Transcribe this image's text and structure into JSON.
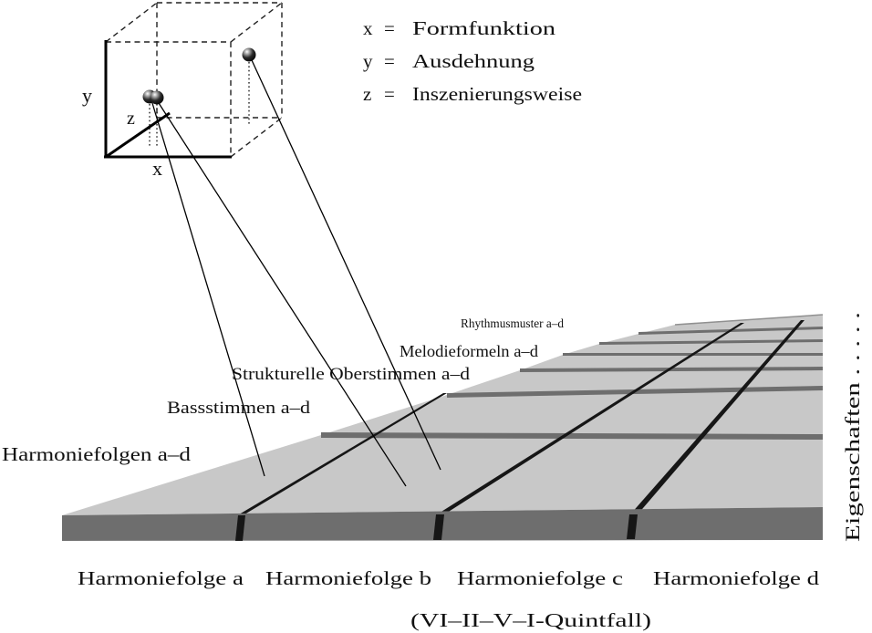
{
  "legend": {
    "rows": [
      {
        "axis": "x",
        "eq": "=",
        "label": "Formfunktion"
      },
      {
        "axis": "y",
        "eq": "=",
        "label": "Ausdehnung"
      },
      {
        "axis": "z",
        "eq": "=",
        "label": "Inszenierungsweise"
      }
    ]
  },
  "cube": {
    "axis_x": "x",
    "axis_y": "y",
    "axis_z": "z"
  },
  "plane": {
    "row_labels": [
      {
        "id": "rhythmusmuster",
        "text": "Rhythmusmuster a–d"
      },
      {
        "id": "melodieformeln",
        "text": "Melodieformeln a–d"
      },
      {
        "id": "oberstimmen",
        "text": "Strukturelle Oberstimmen a–d"
      },
      {
        "id": "bassstimmen",
        "text": "Bassstimmen a–d"
      },
      {
        "id": "harmoniefolgen",
        "text": "Harmoniefolgen a–d"
      }
    ],
    "column_labels": [
      "Harmoniefolge a",
      "Harmoniefolge b",
      "Harmoniefolge c",
      "Harmoniefolge d"
    ],
    "caption": "(VI–II–V–I-Quintfall)",
    "side_label": "Eigenschaften . . . . ."
  },
  "colors": {
    "background": "#ffffff",
    "surface": "#c8c8c8",
    "slab_edge": "#6e6e6e",
    "gap": "#161616",
    "ink": "#111111"
  }
}
